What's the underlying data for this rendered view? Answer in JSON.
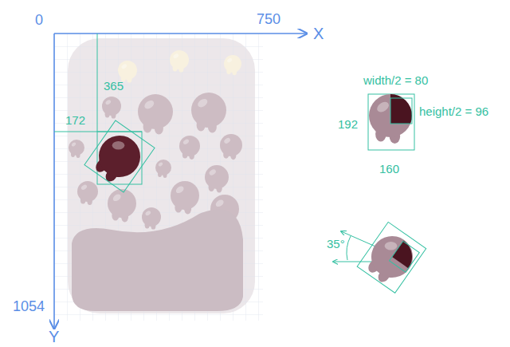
{
  "diagram": {
    "labels": [
      "0",
      "750",
      "X",
      "365",
      "172",
      "width/2 = 80",
      "192",
      "height/2 = 96",
      "160",
      "35°",
      "1054",
      "Y"
    ]
  }
}
